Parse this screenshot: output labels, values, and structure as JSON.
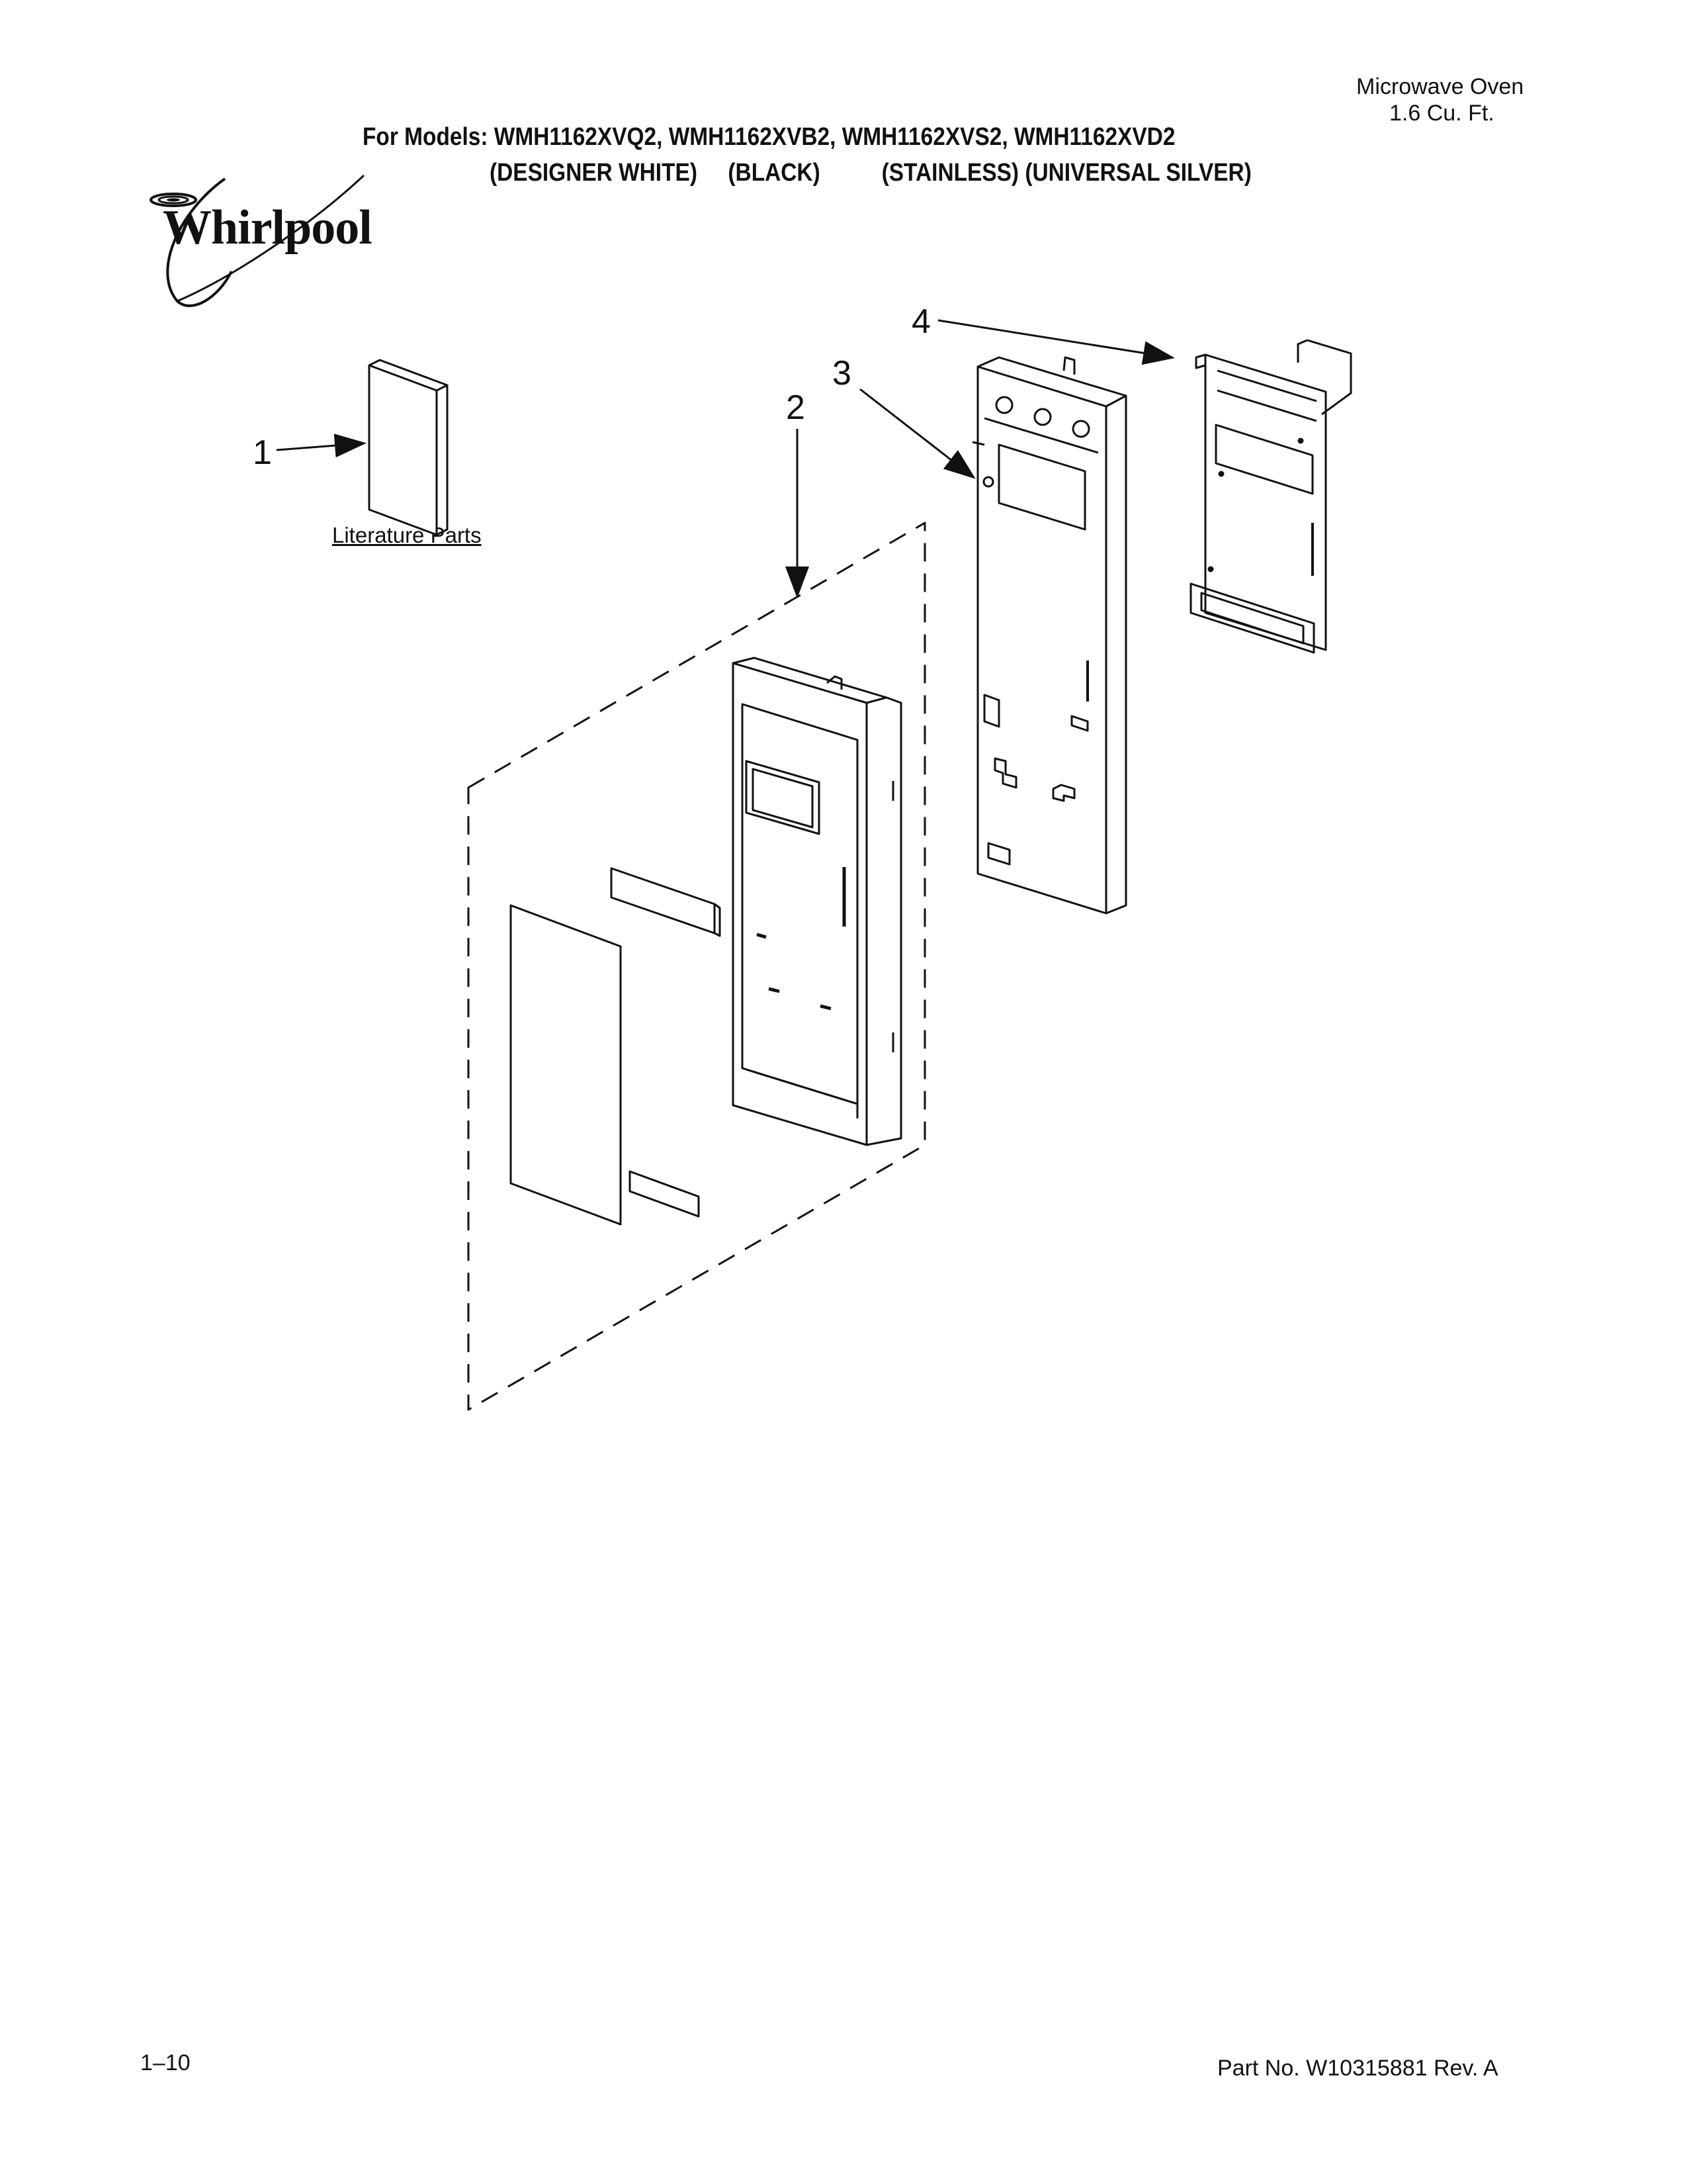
{
  "header": {
    "product_line1": "Microwave Oven",
    "product_line2": "1.6 Cu. Ft.",
    "models": "For Models: WMH1162XVQ2, WMH1162XVB2, WMH1162XVS2, WMH1162XVD2",
    "colors": "(DESIGNER WHITE)     (BLACK)          (STAINLESS) (UNIVERSAL SILVER)"
  },
  "logo": {
    "brand": "Whirlpool"
  },
  "diagram": {
    "callouts": [
      "1",
      "2",
      "3",
      "4"
    ],
    "literature_label": "Literature Parts"
  },
  "footer": {
    "page_number": "1–10",
    "part_number": "Part No. W10315881 Rev. A"
  }
}
